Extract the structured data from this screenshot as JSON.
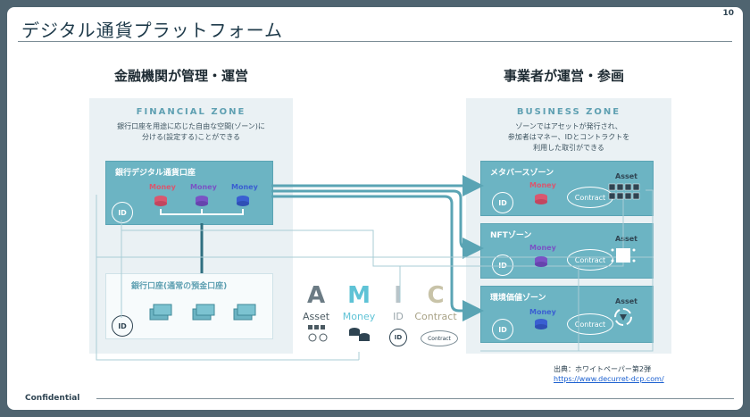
{
  "page_number": "10",
  "title": "デジタル通貨プラットフォーム",
  "left_heading": "金融機関が管理・運営",
  "right_heading": "事業者が運営・参画",
  "financial_zone": {
    "heading": "FINANCIAL ZONE",
    "desc_line1": "銀行口座を用途に応じた自由な空間(ゾーン)に",
    "desc_line2": "分ける(設定する)ことができる",
    "digital_account_title": "銀行デジタル通貨口座",
    "money_label": "Money",
    "regular_account_title": "銀行口座(通常の預金口座)",
    "id_label": "ID"
  },
  "business_zone": {
    "heading": "BUSINESS ZONE",
    "desc_line1": "ゾーンではアセットが発行され、",
    "desc_line2": "参加者はマネー、IDとコントラクトを",
    "desc_line3": "利用した取引ができる",
    "zones": [
      {
        "title": "メタバースゾーン",
        "money": "Money",
        "contract": "Contract",
        "asset": "Asset",
        "id": "ID"
      },
      {
        "title": "NFTゾーン",
        "money": "Money",
        "contract": "Contract",
        "asset": "Asset",
        "id": "ID"
      },
      {
        "title": "環境価値ゾーン",
        "money": "Money",
        "contract": "Contract",
        "asset": "Asset",
        "id": "ID"
      }
    ]
  },
  "amic": {
    "letters": [
      "A",
      "M",
      "I",
      "C"
    ],
    "words": [
      "Asset",
      "Money",
      "ID",
      "Contract"
    ],
    "contract_icon_label": "Contract",
    "id_icon_label": "ID",
    "colors": [
      "#6b7b84",
      "#5fc3d6",
      "#b9c4c9",
      "#c8c3a8"
    ]
  },
  "source": {
    "line1": "出典：ホワイトペーパー第2弾",
    "url": "https://www.decurret-dcp.com/"
  },
  "footer": "Confidential",
  "colors": {
    "teal": "#6cb4c3",
    "money_pink": "#d9576f",
    "money_purple": "#7a53c4",
    "money_blue": "#3a5fd1",
    "arrow": "#5aa4b4"
  }
}
